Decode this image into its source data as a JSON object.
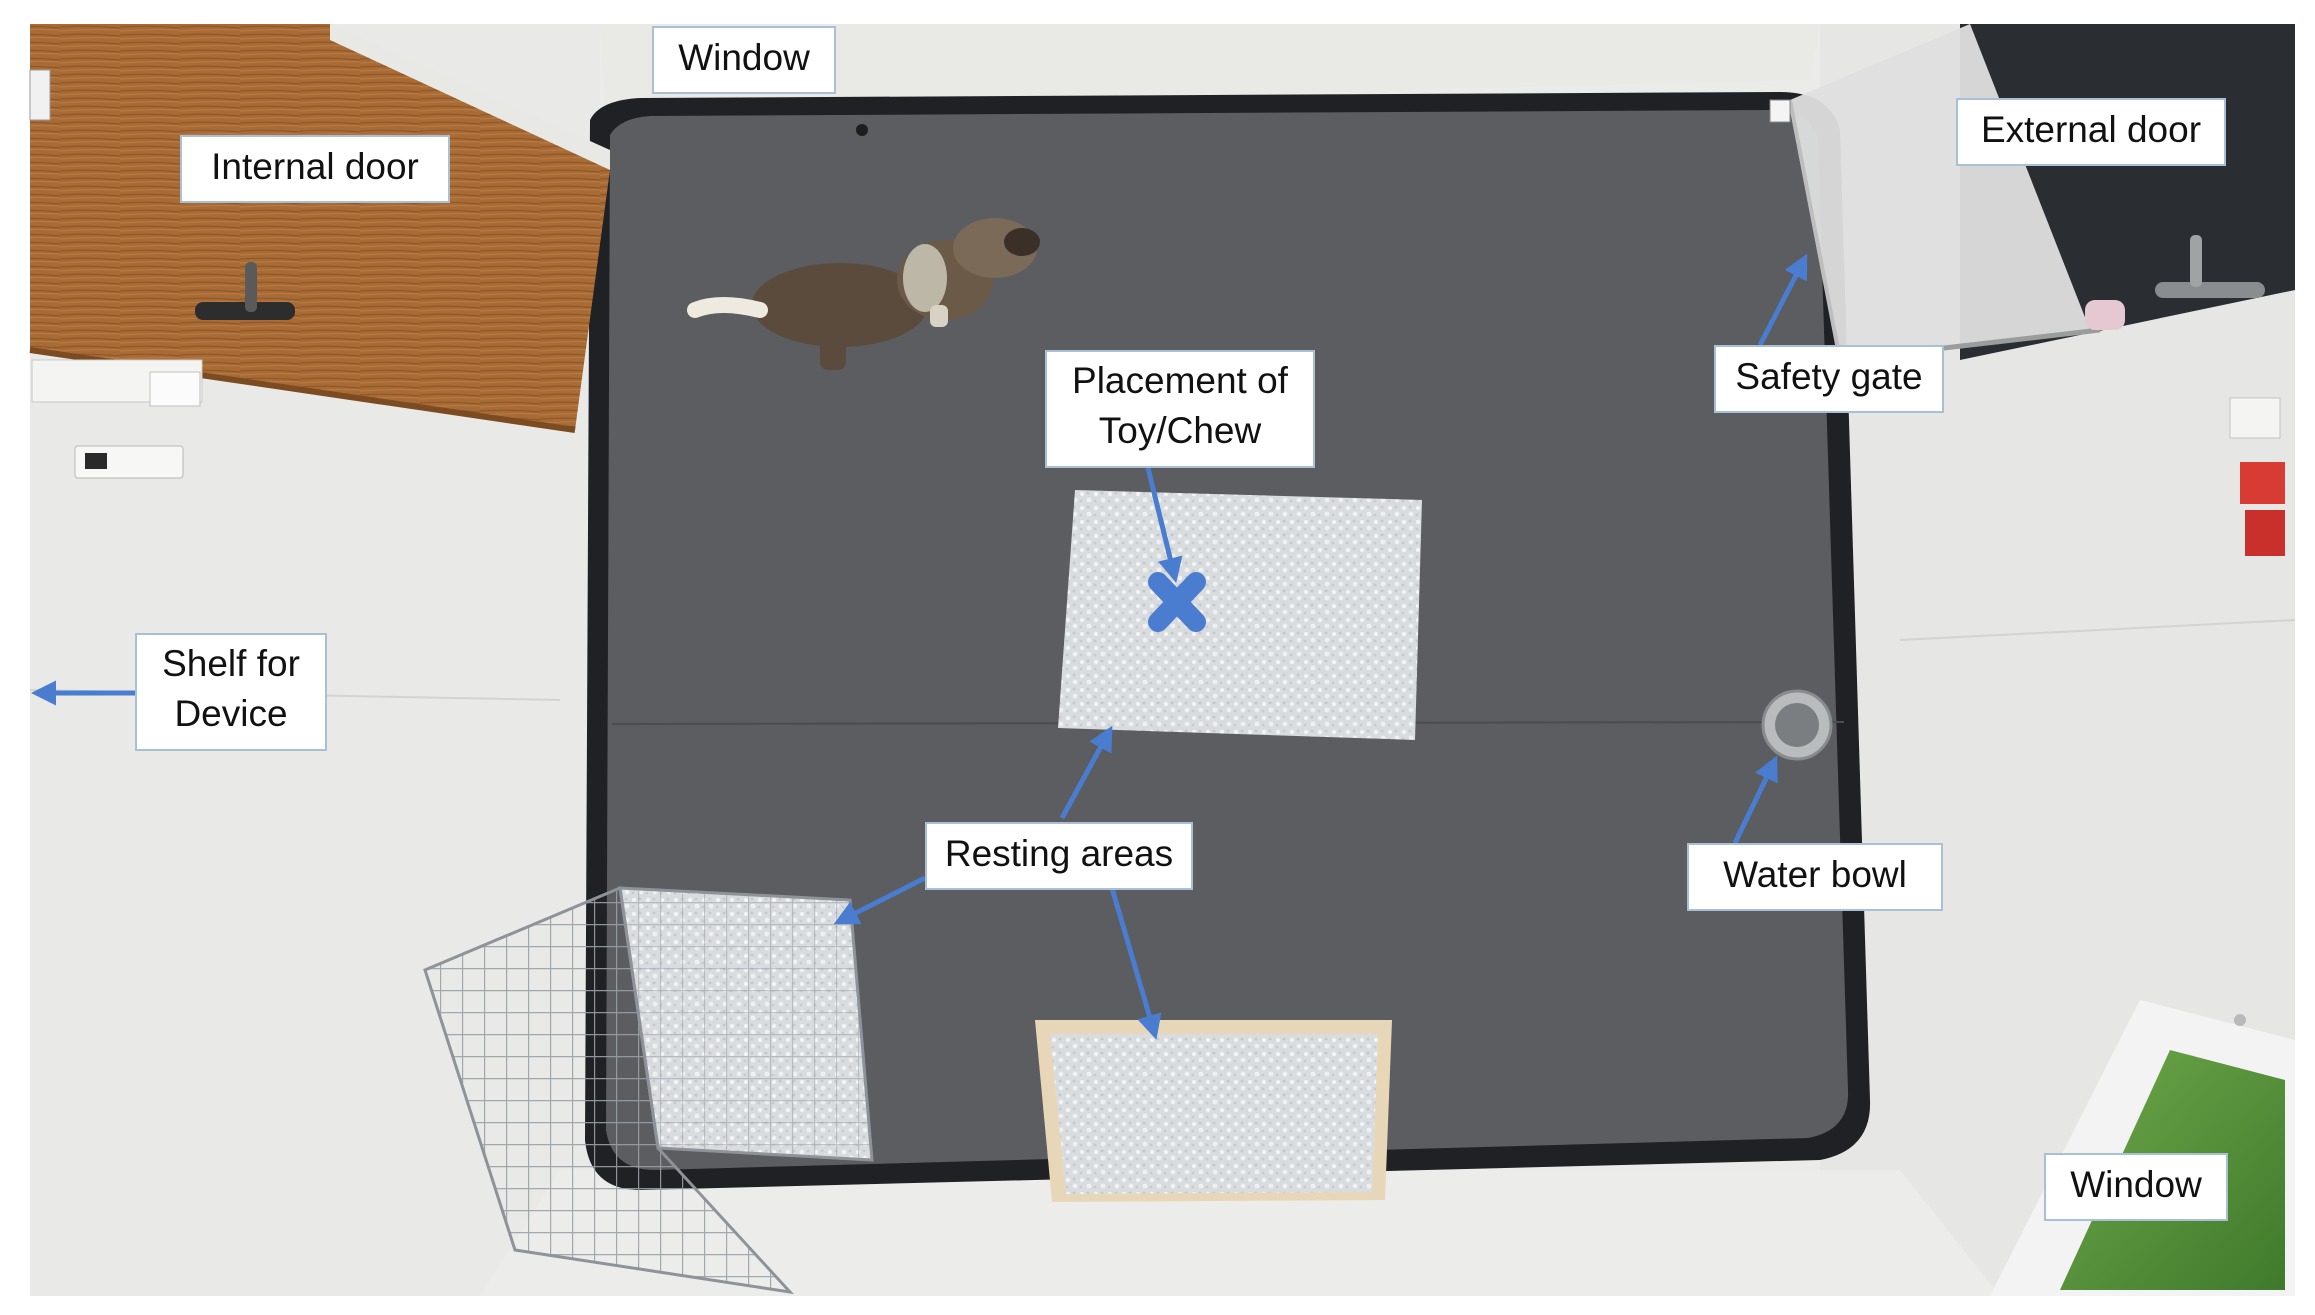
{
  "labels": {
    "window_top": "Window",
    "internal_door": "Internal door",
    "external_door": "External door",
    "placement_line1": "Placement of",
    "placement_line2": "Toy/Chew",
    "safety_gate": "Safety gate",
    "shelf_line1": "Shelf for",
    "shelf_line2": "Device",
    "resting_areas": "Resting areas",
    "water_bowl": "Water bowl",
    "window_bottom": "Window"
  },
  "colors": {
    "arrow": "#4a7ccf",
    "floor": "#5b5d61",
    "wall": "#ebebe9",
    "door_wood": "#a76a35",
    "external_door": "#2a2e33",
    "mat": "#d9dcde"
  },
  "markers": {
    "toy_placement": "x-mark"
  }
}
